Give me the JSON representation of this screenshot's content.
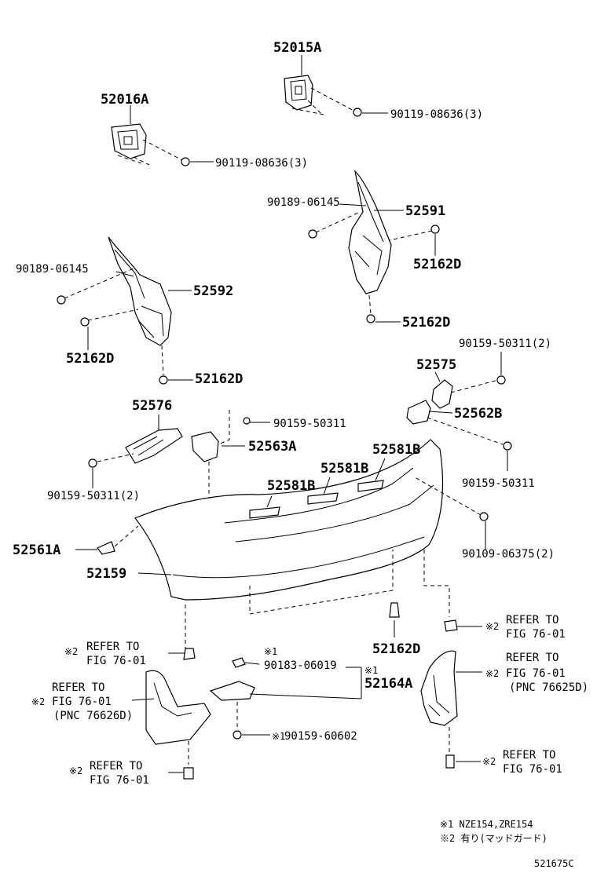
{
  "labels": {
    "p52015a": "52015A",
    "p52016a": "52016A",
    "bolt_a": "90119-08636(3)",
    "bolt_b": "90119-08636(3)",
    "screw_r": "90189-06145",
    "p52591": "52591",
    "c_r1": "52162D",
    "screw_l": "90189-06145",
    "p52592": "52592",
    "c_r2": "52162D",
    "c_l1": "52162D",
    "c_l2": "52162D",
    "b_2r_top": "90159-50311(2)",
    "p52575": "52575",
    "p52562b": "52562B",
    "p52576": "52576",
    "b_mid": "90159-50311",
    "p52563a": "52563A",
    "b_right": "90159-50311",
    "b_left2": "90159-50311(2)",
    "p52581b_1": "52581B",
    "p52581b_2": "52581B",
    "p52581b_3": "52581B",
    "p52561a": "52561A",
    "b_06375": "90109-06375(2)",
    "p52159": "52159",
    "c_bottom": "52162D",
    "p52164a": "52164A",
    "n_06019": "90183-06019",
    "n_60602": "90159-60602",
    "note_flag1_a": "※1",
    "note_flag1_b": "※1",
    "note_flag1_c": "※1",
    "ref_refer": "REFER TO",
    "ref_fig": "FIG 76-01",
    "pnc_r": "(PNC 76625D)",
    "pnc_l": "(PNC 76626D)",
    "mark2": "※2",
    "footnote1": "※1  NZE154,ZRE154",
    "footnote2": "※2 有り(マッドガード)",
    "diagram_id": "521675C"
  }
}
